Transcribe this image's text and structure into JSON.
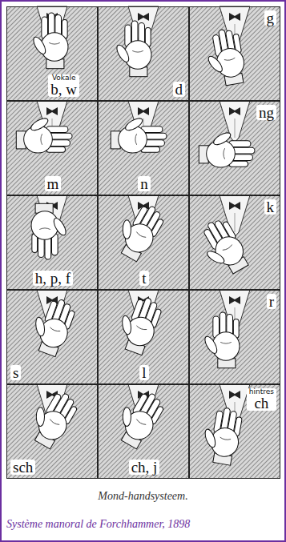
{
  "diagram": {
    "caption": "Mond-handsysteem.",
    "nodes": [
      {
        "text": [
          "Vokale",
          "b, w"
        ]
      },
      {
        "text": [
          "d"
        ]
      },
      {
        "text": [
          "g"
        ]
      },
      {
        "text": [
          "m"
        ]
      },
      {
        "text": [
          "n"
        ]
      },
      {
        "text": [
          "ng"
        ]
      },
      {
        "text": [
          "h, p, f"
        ]
      },
      {
        "text": [
          "t"
        ]
      },
      {
        "text": [
          "k"
        ]
      },
      {
        "text": [
          "s"
        ]
      },
      {
        "text": [
          "l"
        ]
      },
      {
        "text": [
          "r"
        ]
      },
      {
        "text": [
          "sch"
        ]
      },
      {
        "text": [
          "ch, j"
        ]
      },
      {
        "text": [
          "hintres",
          "ch"
        ]
      }
    ],
    "labels": [
      "Système manoral de Forchhammer, 1898"
    ]
  }
}
